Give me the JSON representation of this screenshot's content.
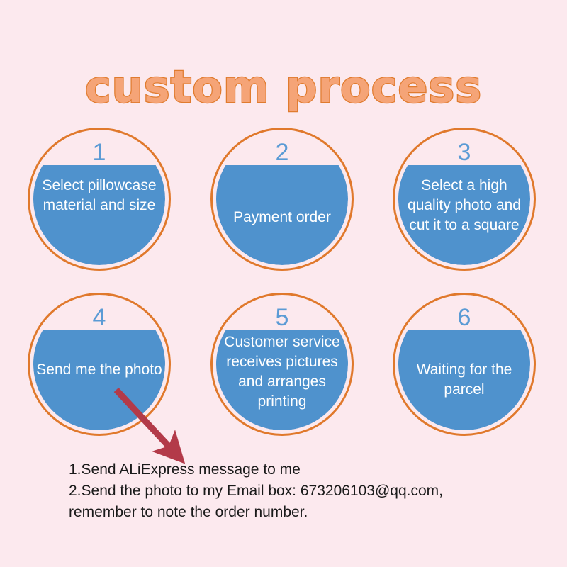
{
  "title": "custom process",
  "colors": {
    "background": "#fce9ee",
    "ring": "#e0792c",
    "fill_blue": "#4f92cd",
    "number_blue": "#5b9bd5",
    "title_fill": "#f5a477",
    "title_stroke": "#e07b2e",
    "arrow": "#b33a49",
    "label_text": "#ffffff",
    "notes_text": "#1a1a1a"
  },
  "steps": [
    {
      "number": "1",
      "label": "Select pillowcase material and size"
    },
    {
      "number": "2",
      "label": "Payment order"
    },
    {
      "number": "3",
      "label": "Select a high quality photo and cut it to a square"
    },
    {
      "number": "4",
      "label": "Send me the photo"
    },
    {
      "number": "5",
      "label": "Customer service receives pictures and arranges printing"
    },
    {
      "number": "6",
      "label": "Waiting for the parcel"
    }
  ],
  "notes": {
    "line1": "1.Send ALiExpress message to me",
    "line2": "2.Send the photo to my Email box: 673206103@qq.com,",
    "line3": "remember to note the order number."
  }
}
